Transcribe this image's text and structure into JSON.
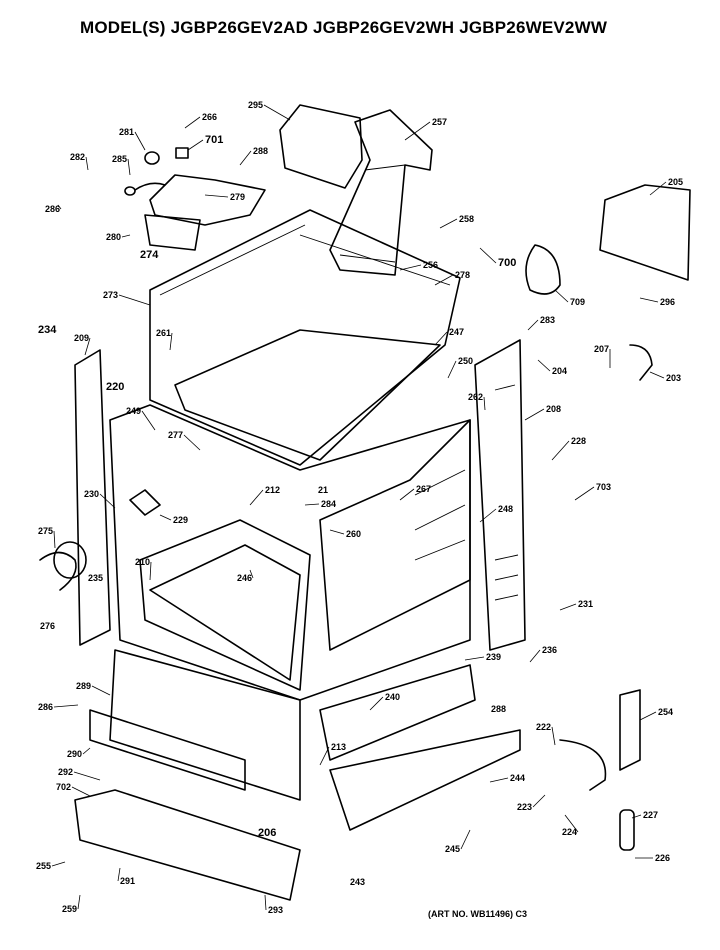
{
  "title": "MODEL(S) JGBP26GEV2AD  JGBP26GEV2WH  JGBP26WEV2WW",
  "art_number": "(ART NO. WB11496) C3",
  "part_labels": [
    "295",
    "257",
    "266",
    "701",
    "281",
    "282",
    "285",
    "288",
    "279",
    "286",
    "280",
    "274",
    "205",
    "258",
    "700",
    "256",
    "278",
    "709",
    "296",
    "273",
    "234",
    "209",
    "261",
    "247",
    "283",
    "204",
    "250",
    "207",
    "203",
    "220",
    "262",
    "208",
    "249",
    "277",
    "228",
    "21",
    "284",
    "267",
    "703",
    "230",
    "229",
    "212",
    "248",
    "275",
    "260",
    "235",
    "210",
    "246",
    "231",
    "276",
    "239",
    "236",
    "289",
    "240",
    "286",
    "288",
    "254",
    "290",
    "222",
    "292",
    "702",
    "213",
    "244",
    "223",
    "227",
    "206",
    "255",
    "245",
    "224",
    "243",
    "226",
    "291",
    "259",
    "293"
  ]
}
